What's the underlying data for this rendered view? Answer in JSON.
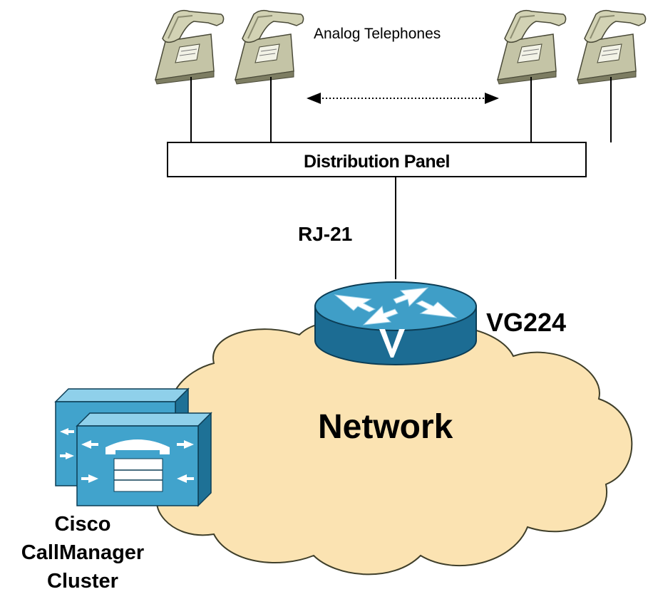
{
  "diagram": {
    "phones_label": "Analog Telephones",
    "panel_label": "Distribution Panel",
    "cable_label": "RJ-21",
    "gateway_label": "VG224",
    "network_label": "Network",
    "cluster_label": [
      "Cisco",
      "CallManager",
      "Cluster"
    ]
  },
  "icons": {
    "phone": "analog-telephone-icon",
    "gateway": "voice-gateway-router-icon",
    "cloud": "network-cloud-icon",
    "server": "callmanager-server-icon"
  },
  "colors": {
    "phone_body": "#b9b99a",
    "cloud_fill": "#fbe3b2",
    "router_top": "#3f9ec7",
    "router_side": "#1c6c93",
    "server_front": "#41a3cc",
    "server_side": "#1e7196"
  }
}
